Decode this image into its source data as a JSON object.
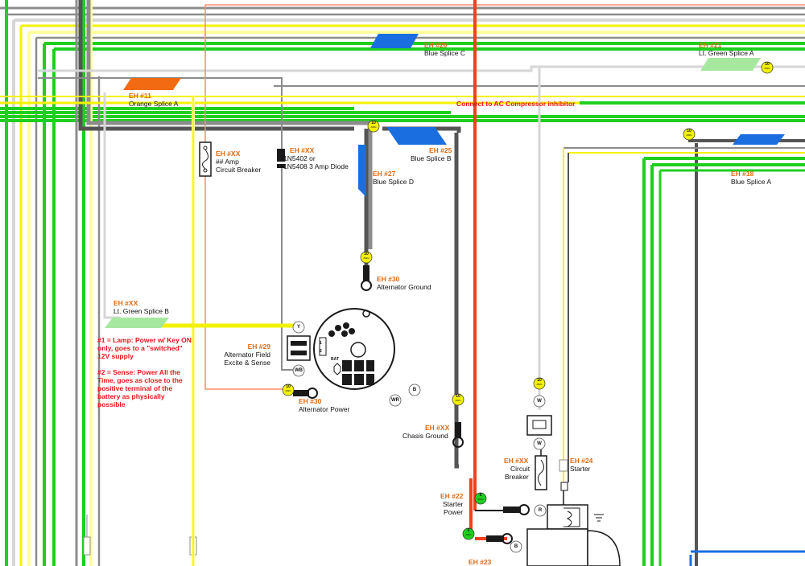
{
  "colors": {
    "green": "#1fcf1f",
    "yellow": "#f2f200",
    "light_yellow": "#ffff9a",
    "gray": "#8c8c8c",
    "dark_gray": "#555555",
    "light_gray": "#d6d6d6",
    "black": "#1a1a1a",
    "orange_red": "#f2401a",
    "salmon": "#ff8c6e",
    "blue_splice": "#1a6ee0",
    "orange_splice": "#f26a12",
    "green_splice": "#a6e8a0",
    "label_orange": "#e06a12",
    "note_red": "#e8141b",
    "badge_yellow": "#f2f200",
    "badge_green": "#1fcf1f"
  },
  "splices": {
    "eh26": {
      "code": "EH #26",
      "label": "Blue Splice C"
    },
    "eh21": {
      "code": "EH #21",
      "label": "Lt. Green Splice A"
    },
    "eh11": {
      "code": "EH #11",
      "label": "Orange Splice A"
    },
    "eh25": {
      "code": "EH #25",
      "label": "Blue Splice B"
    },
    "eh27": {
      "code": "EH #27",
      "label": "Blue Splice D"
    },
    "eh18": {
      "code": "EH #18",
      "label": "Blue Splice A"
    },
    "ehxx_green": {
      "code": "EH #XX",
      "label": "Lt. Green Splice B"
    }
  },
  "components": {
    "breaker_top": {
      "code": "EH #XX",
      "line1": "## Amp",
      "line2": "Circuit Breaker"
    },
    "diode": {
      "code": "EH #XX",
      "line1": "1N5402 or",
      "line2": "1N5408 3 Amp Diode"
    },
    "alt_ground": {
      "code": "EH #30",
      "label": "Alternator Ground"
    },
    "alt_field": {
      "code": "EH #29",
      "line1": "Alternator Field",
      "line2": "Excite & Sense"
    },
    "alt_power": {
      "code": "EH #30",
      "label": "Alternator Power"
    },
    "chassis_ground": {
      "code": "EH #XX",
      "label": "Chasis Ground"
    },
    "breaker_bottom": {
      "code": "EH #XX",
      "line1": "Circuit",
      "line2": "Breaker"
    },
    "starter_wire": {
      "code": "EH #24",
      "label": "Starter"
    },
    "starter_power": {
      "code": "EH #22",
      "line1": "Starter",
      "line2": "Power"
    },
    "eh23": {
      "code": "EH #23"
    }
  },
  "ac_note": "Connect to AC Compressor inhibitor",
  "notes": {
    "lamp": "#1 = Lamp: Power w/ Key ON only, goes to a \"switched\" 12V supply",
    "sense": "#2 = Sense: Power All the Time, goes as close to the positive terminal of the battery as physically possible"
  },
  "terminals": {
    "y": "Y",
    "wb": "WB",
    "wr": "WR",
    "b": "B",
    "w1": "W",
    "w2": "W",
    "r": "R",
    "b2": "B"
  },
  "alternator_marks": {
    "term1": "1",
    "term2": "2",
    "bat": "BAT"
  },
  "wire_gauges": {
    "badge_10": {
      "value": "10",
      "unit": "AWG"
    },
    "badge_6": {
      "value": "6",
      "unit": "AWG"
    }
  }
}
